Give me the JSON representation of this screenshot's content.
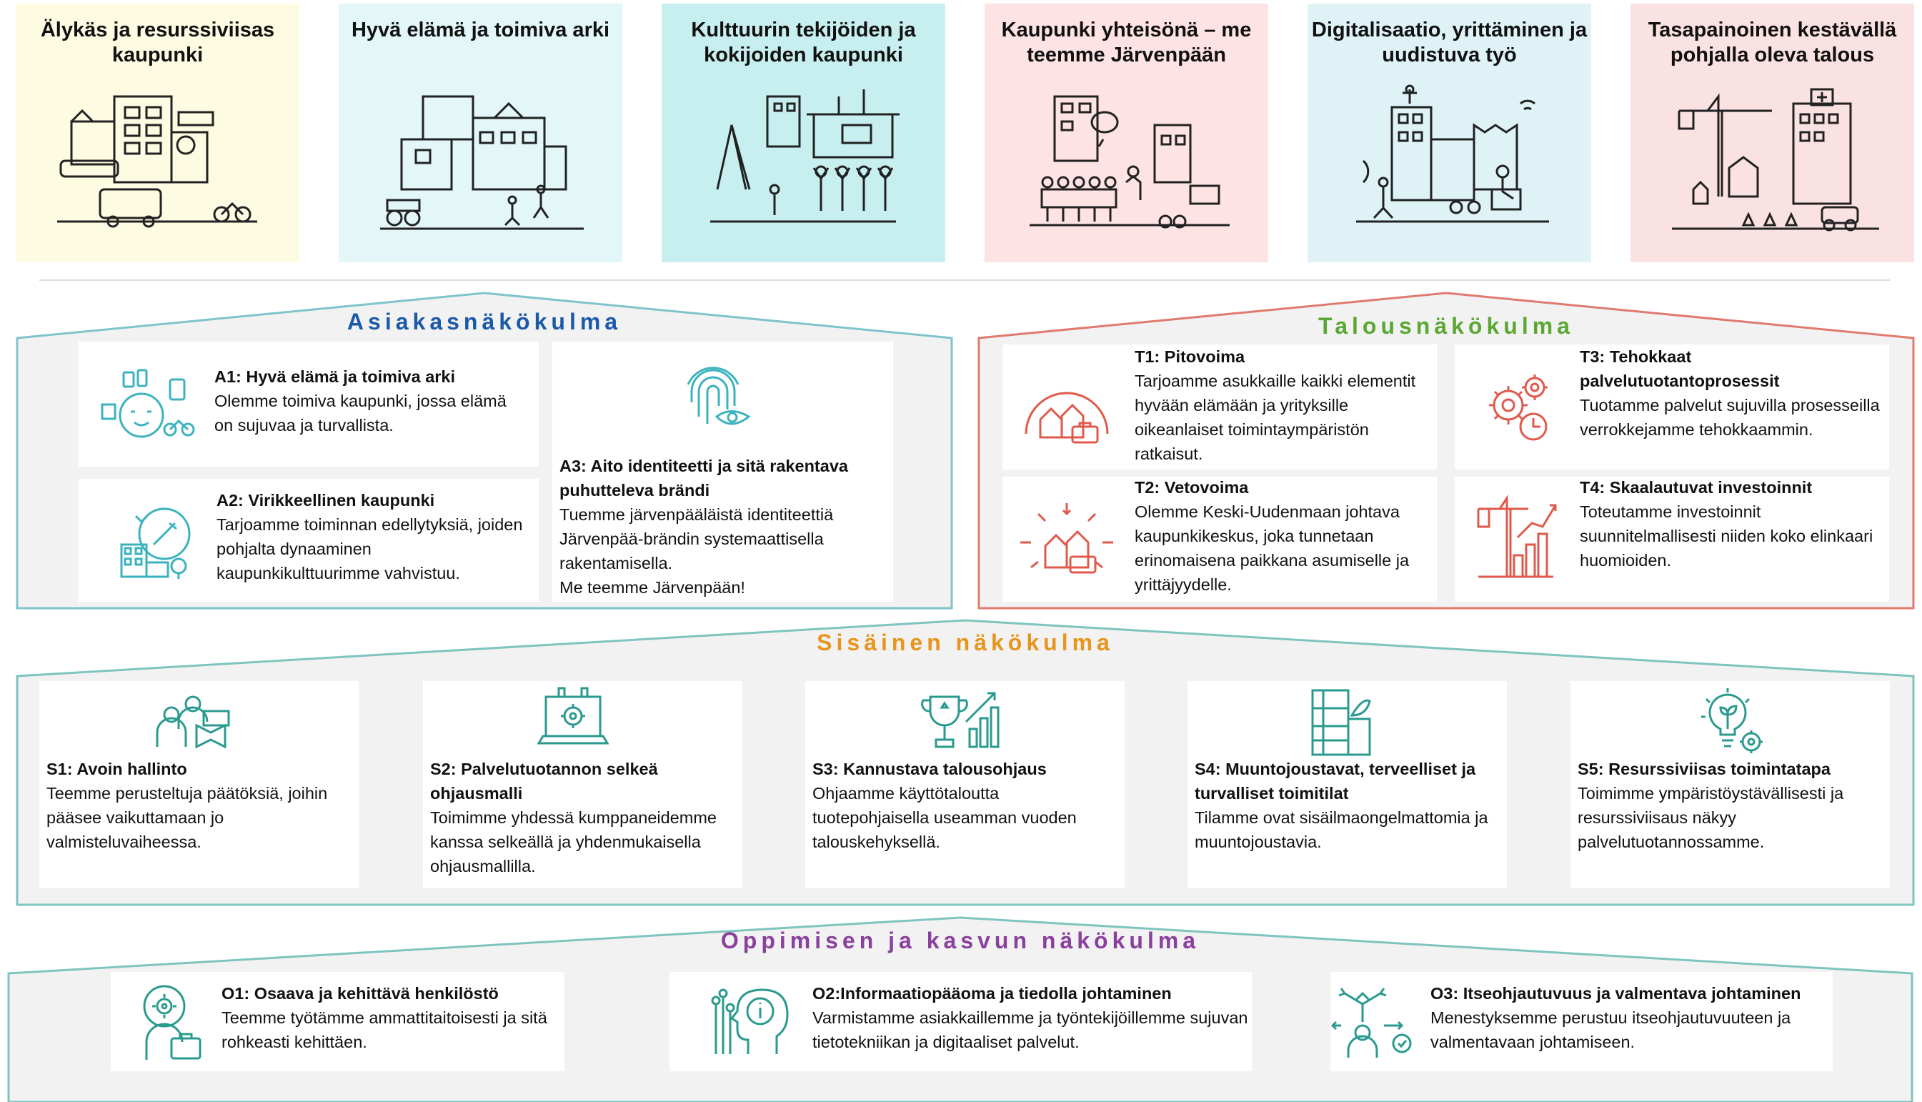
{
  "goals": [
    {
      "title": "Älykäs ja resurssiviisas kaupunki",
      "bg": "#fdfbe2",
      "icon": "smart-city-icon"
    },
    {
      "title": "Hyvä elämä ja toimiva arki",
      "bg": "#e3f6f8",
      "icon": "daily-life-icon"
    },
    {
      "title": "Kulttuurin tekijöiden ja kokijoiden kaupunki",
      "bg": "#c8efef",
      "icon": "culture-icon"
    },
    {
      "title": "Kaupunki yhteisönä – me teemme Järvenpään",
      "bg": "#fde3e3",
      "icon": "community-icon"
    },
    {
      "title": "Digitalisaatio, yrittäminen ja uudistuva työ",
      "bg": "#dff3f7",
      "icon": "digital-work-icon"
    },
    {
      "title": "Tasapainoinen kestävällä pohjalla oleva talous",
      "bg": "#fbe2e2",
      "icon": "economy-icon"
    }
  ],
  "customer": {
    "title": "Asiakasnäkökulma",
    "title_color": "#1a5aa8",
    "frame_color": "#7fc4cc",
    "cards": [
      {
        "code_title": "A1: Hyvä elämä ja toimiva arki",
        "desc": "Olemme toimiva kaupunki, jossa elämä on sujuvaa ja turvallista.",
        "icon": "good-life-icon"
      },
      {
        "code_title": "A2: Virikkeellinen kaupunki",
        "desc": "Tarjoamme toiminnan edellytyksiä, joiden pohjalta dynaaminen kaupunkikulttuurimme vahvistuu.",
        "icon": "inspiring-city-icon"
      },
      {
        "code_title": "A3: Aito identiteetti ja sitä rakentava puhutteleva brändi",
        "desc": "Tuemme järvenpääläistä identiteettiä Järvenpää-brändin systemaattisella rakentamisella.",
        "extra": "Me teemme Järvenpään!",
        "icon": "fingerprint-icon"
      }
    ]
  },
  "finance": {
    "title": "Talousnäkökulma",
    "title_color": "#5aa832",
    "frame_color": "#e07a6e",
    "cards": [
      {
        "code_title": "T1: Pitovoima",
        "desc": "Tarjoamme asukkaille kaikki elementit hyvään elämään ja yrityksille oikeanlaiset toimintaympäristön ratkaisut.",
        "icon": "retention-icon"
      },
      {
        "code_title": "T2: Vetovoima",
        "desc": "Olemme Keski-Uudenmaan johtava kaupunkikeskus, joka tunnetaan erinomaisena paikkana asumiselle ja yrittäjyydelle.",
        "icon": "attraction-icon"
      },
      {
        "code_title": "T3: Tehokkaat palvelutuotantoprosessit",
        "desc": "Tuotamme palvelut sujuvilla prosesseilla verrokkejamme tehokkaammin.",
        "icon": "gears-clock-icon"
      },
      {
        "code_title": "T4: Skaalautuvat investoinnit",
        "desc": "Toteutamme investoinnit suunnitelmallisesti niiden koko elinkaari huomioiden.",
        "icon": "crane-chart-icon"
      }
    ]
  },
  "internal": {
    "title": "Sisäinen näkökulma",
    "title_color": "#e8951e",
    "frame_color": "#7fc4bf",
    "cards": [
      {
        "code_title": "S1: Avoin hallinto",
        "desc": "Teemme perusteltuja päätöksiä, joihin pääsee vaikuttamaan jo valmisteluvaiheessa.",
        "icon": "open-governance-icon"
      },
      {
        "code_title": "S2: Palvelutuotannon selkeä ohjausmalli",
        "desc": "Toimimme yhdessä kumppaneidemme kanssa selkeällä ja yhdenmukaisella ohjausmallilla.",
        "icon": "laptop-gear-icon"
      },
      {
        "code_title": "S3: Kannustava talousohjaus",
        "desc": "Ohjaamme käyttötaloutta tuotepohjaisella useamman vuoden talouskehyksellä.",
        "icon": "trophy-chart-icon"
      },
      {
        "code_title": "S4: Muuntojoustavat, terveelliset ja turvalliset toimitilat",
        "desc": "Tilamme ovat sisäilmaongelmattomia ja muuntojoustavia.",
        "icon": "building-leaf-icon"
      },
      {
        "code_title": "S5: Resurssiviisas toimintatapa",
        "desc": "Toimimme ympäristöystävällisesti ja resurssiviisaus näkyy palvelutuotannossamme.",
        "icon": "lightbulb-gear-icon"
      }
    ]
  },
  "learning": {
    "title": "Oppimisen ja kasvun näkökulma",
    "title_color": "#8b3f9e",
    "frame_color": "#7fc4bf",
    "cards": [
      {
        "code_title": "O1: Osaava ja kehittävä henkilöstö",
        "desc": "Teemme työtämme ammattitaitoisesti ja sitä rohkeasti kehittäen.",
        "icon": "skilled-staff-icon"
      },
      {
        "code_title": "O2:Informaatiopääoma ja tiedolla johtaminen",
        "desc": "Varmistamme asiakkaillemme ja työntekijöillemme sujuvan tietotekniikan ja digitaaliset palvelut.",
        "icon": "head-info-icon"
      },
      {
        "code_title": "O3: Itseohjautuvuus ja valmentava johtaminen",
        "desc": "Menestyksemme perustuu itseohjautuvuuteen ja valmentavaan johtamiseen.",
        "icon": "self-direction-icon"
      }
    ]
  }
}
